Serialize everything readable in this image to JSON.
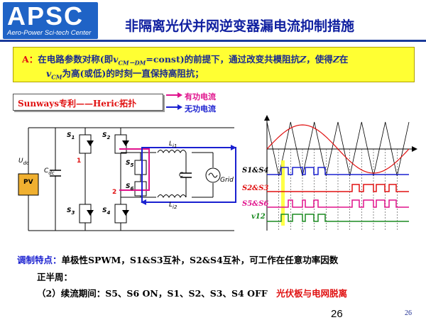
{
  "logo": {
    "text": "APSC",
    "subtitle": "Aero-Power Sci-tech Center"
  },
  "title": "非隔离光伏并网逆变器漏电流抑制措施",
  "condition": {
    "prefix": "A：",
    "line1_a": "在电路参数对称(即",
    "line1_var": "v",
    "line1_sub": "CM－DM",
    "line1_b": "=const)的前提下，通过改变共模阻抗",
    "line1_z": "Z",
    "line1_c": "，使得",
    "line1_z2": "Z",
    "line1_d": "在",
    "line2_var": "v",
    "line2_sub": "CM",
    "line2_text": "为高(或低)的时刻一直保持高阻抗；"
  },
  "patent_label": "Sunways专利——Heric拓扑",
  "legend": {
    "active": "有功电流",
    "reactive": "无功电流",
    "active_color": "#e0128c",
    "reactive_color": "#1a20d0"
  },
  "circuit": {
    "udc": "U",
    "udc_sub": "dc",
    "cdc": "C",
    "cdc_sub": "dc",
    "pv": "PV",
    "s1": "S",
    "s1_sub": "1",
    "s2": "S",
    "s2_sub": "2",
    "s3": "S",
    "s3_sub": "3",
    "s4": "S",
    "s4_sub": "4",
    "s5": "S",
    "s5_sub": "5",
    "s6": "S",
    "s6_sub": "6",
    "node1": "1",
    "node2": "2",
    "l1": "L",
    "l1_sub": "i1",
    "l2": "L",
    "l2_sub": "i2",
    "c": "C",
    "grid": "Grid"
  },
  "waveforms": {
    "s1s4": "S1&S4",
    "s2s3": "S2&S3",
    "s5s6": "S5&S6",
    "v12": "v12",
    "s1s4_color": "#1a20d0",
    "s2s3_color": "#e01010",
    "s5s6_color": "#e0128c",
    "v12_color": "#1a8a20"
  },
  "footer": {
    "modulation_label": "调制特点：",
    "modulation_text": "单极性SPWM，S1&S3互补，S2&S4互补，可工作在任意功率因数",
    "half_cycle": "正半周：",
    "freewheel": "（2）续流期间：S5、S6 ON，S1、S2、S3、S4 OFF",
    "decouple": "光伏板与电网脱离",
    "page": "26",
    "page_small": "26"
  }
}
